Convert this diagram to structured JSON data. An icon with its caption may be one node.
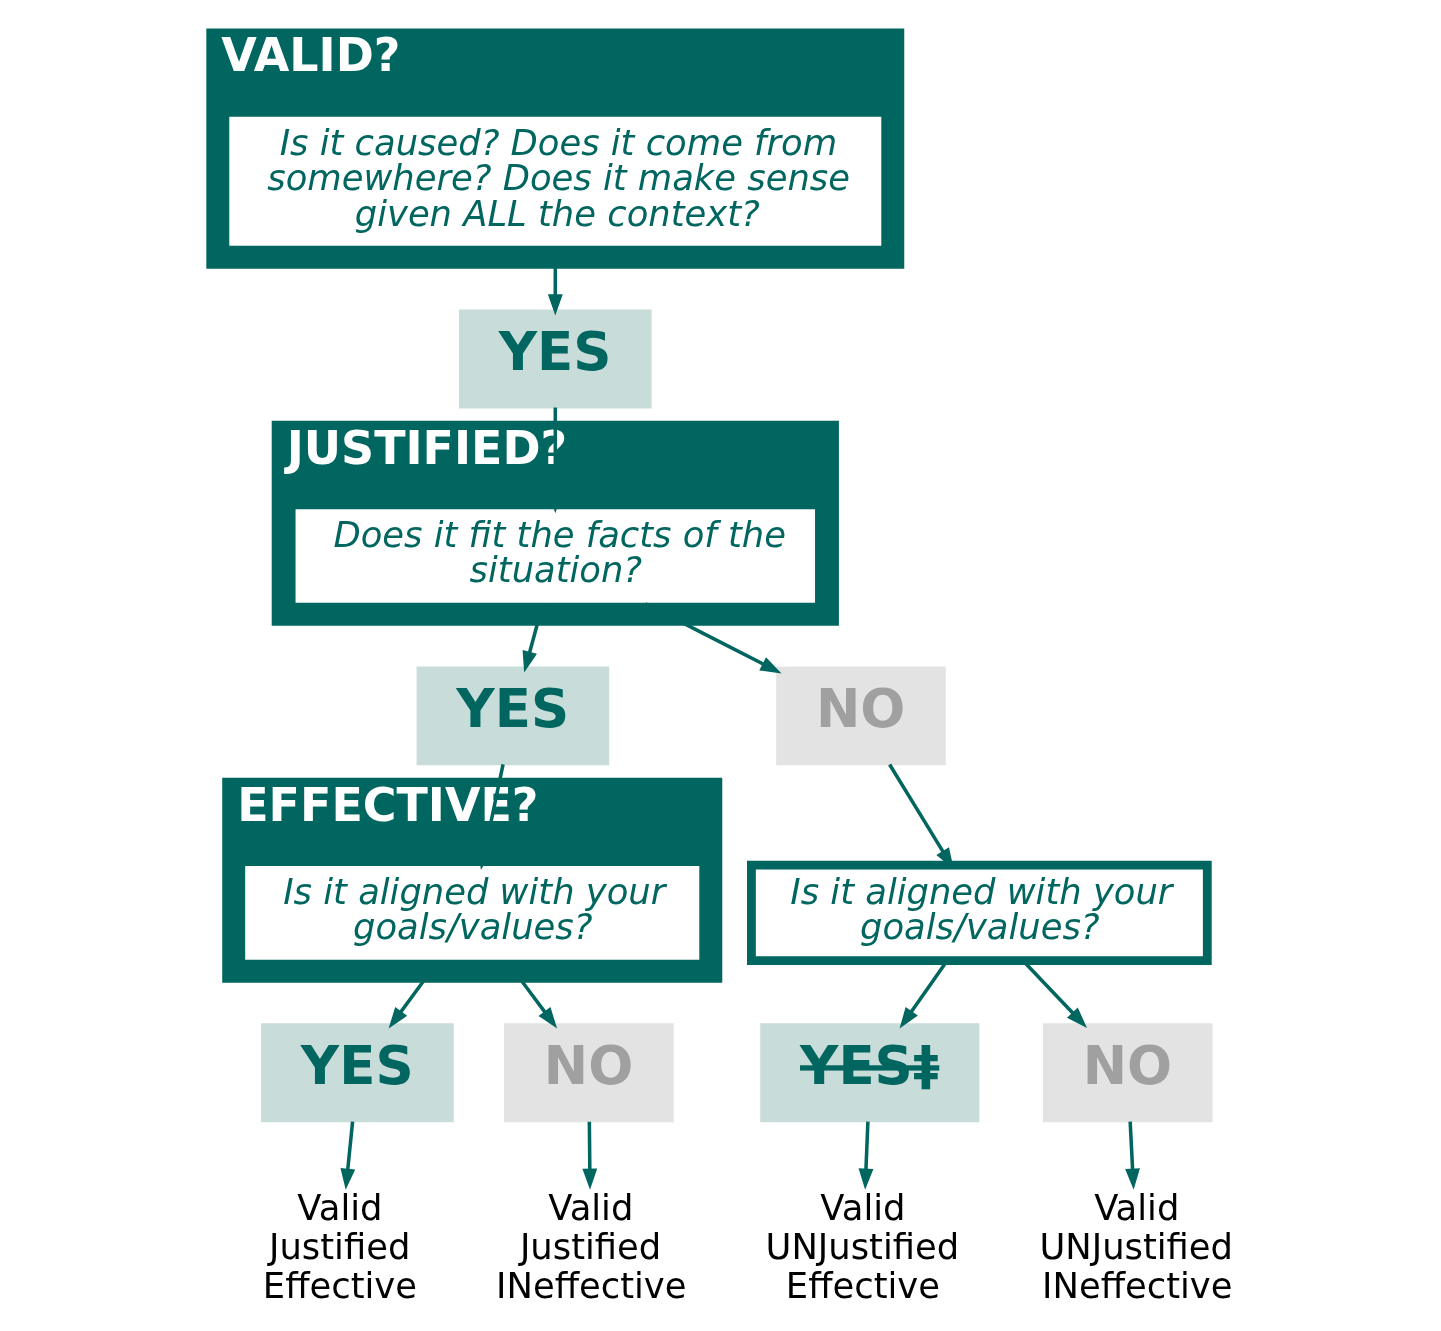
{
  "diagram": {
    "nodes": [
      {
        "text": [
          "VALID?"
        ]
      },
      {
        "text": [
          "Is it caused? Does it come from somewhere? Does it make sense given ALL the context?"
        ],
        "in": 0
      },
      {
        "text": [
          "YES"
        ]
      },
      {
        "text": [
          "JUSTIFIED?"
        ]
      },
      {
        "text": [
          "Does it fit the facts of the situation?"
        ],
        "in": 3
      },
      {
        "text": [
          "YES"
        ]
      },
      {
        "text": [
          "NO"
        ]
      },
      {
        "text": [
          "EFFECTIVE?"
        ]
      },
      {
        "text": [
          "Is it aligned with your goals/values?"
        ],
        "in": 7
      },
      {
        "text": [
          "Is it aligned with your goals/values?"
        ]
      },
      {
        "text": [
          "YES"
        ]
      },
      {
        "text": [
          "NO"
        ]
      },
      {
        "text": [
          "YES‡"
        ]
      },
      {
        "text": [
          "NO"
        ]
      },
      {
        "text": [
          "Valid Justified Effective"
        ]
      },
      {
        "text": [
          "Valid Justified INeffective"
        ]
      },
      {
        "text": [
          "Valid UNJustified Effective"
        ]
      },
      {
        "text": [
          "Valid UNJustified INeffective"
        ]
      }
    ],
    "edges": [
      {
        "from": 1,
        "to": 2,
        "arrow": "to"
      },
      {
        "from": 2,
        "to": 4,
        "arrow": "to"
      },
      {
        "from": 4,
        "to": 5,
        "arrow": "to"
      },
      {
        "from": 4,
        "to": 6,
        "arrow": "to"
      },
      {
        "from": 5,
        "to": 8,
        "arrow": "to"
      },
      {
        "from": 6,
        "to": 9,
        "arrow": "to"
      },
      {
        "from": 8,
        "to": 10,
        "arrow": "to"
      },
      {
        "from": 8,
        "to": 11,
        "arrow": "to"
      },
      {
        "from": 9,
        "to": 12,
        "arrow": "to"
      },
      {
        "from": 9,
        "to": 13,
        "arrow": "to"
      },
      {
        "from": 10,
        "to": 14,
        "arrow": "to"
      },
      {
        "from": 11,
        "to": 15,
        "arrow": "to"
      },
      {
        "from": 12,
        "to": 16,
        "arrow": "to"
      },
      {
        "from": 13,
        "to": 17,
        "arrow": "to"
      }
    ]
  }
}
